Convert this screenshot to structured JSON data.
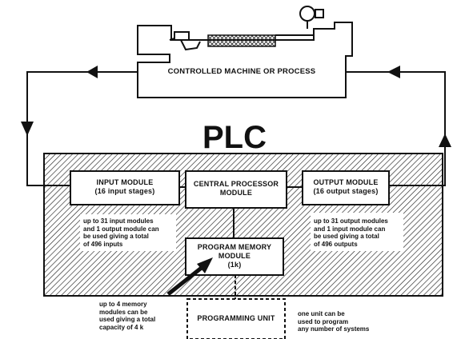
{
  "title": "PLC",
  "machine": {
    "label": "CONTROLLED MACHINE OR PROCESS"
  },
  "modules": {
    "input": {
      "name": "INPUT MODULE",
      "detail": "(16 input stages)"
    },
    "cpu": {
      "line1": "CENTRAL PROCESSOR",
      "line2": "MODULE"
    },
    "output": {
      "name": "OUTPUT MODULE",
      "detail": "(16 output stages)"
    },
    "memory": {
      "line1": "PROGRAM MEMORY",
      "line2": "MODULE",
      "detail": "(1k)"
    },
    "programming": {
      "label": "PROGRAMMING UNIT"
    }
  },
  "notes": {
    "input": [
      "up to 31 input modules",
      "and 1 output module can",
      "be used giving a total",
      "of 496 inputs"
    ],
    "output": [
      "up to 31 output modules",
      "and 1 input module can",
      "be used giving a total",
      "of 496 outputs"
    ],
    "memory": [
      "up to 4 memory",
      "modules can be",
      "used giving a total",
      "capacity of 4 k"
    ],
    "programming": [
      "one unit can be",
      "used to program",
      "any number of systems"
    ]
  }
}
